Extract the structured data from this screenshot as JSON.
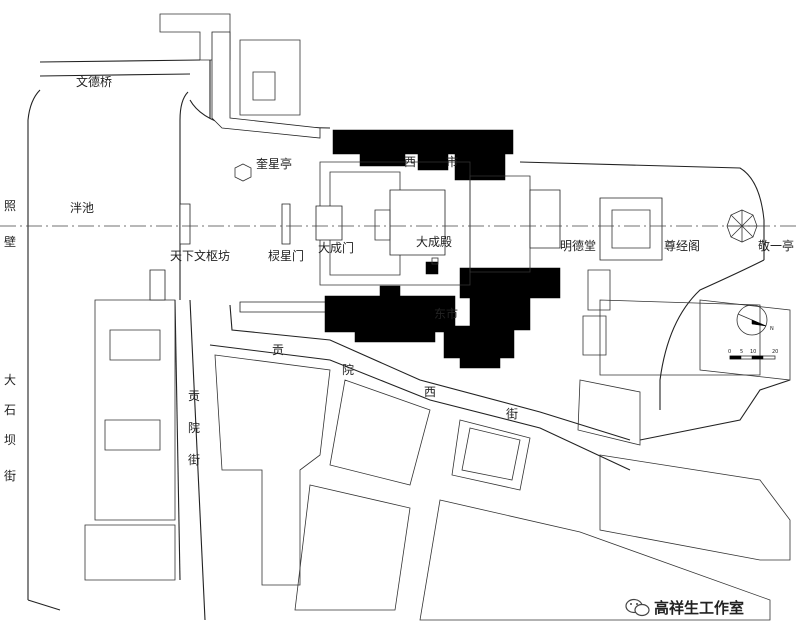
{
  "labels": {
    "wende_bridge": "文德桥",
    "zhao": "照",
    "bi": "壁",
    "pan_pond": "泮池",
    "kuixing_pavilion": "奎星亭",
    "tianxia_wenshu_arch": "天下文枢坊",
    "lingxing_gate": "棂星门",
    "dacheng_gate": "大成门",
    "dacheng_hall": "大成殿",
    "mingde_hall": "明德堂",
    "zunjing_pavilion": "尊经阁",
    "jingyi_pavilion": "敬一亭",
    "west_market_1": "西",
    "west_market_2": "市",
    "east_market": "东市",
    "gongyuan_west_1": "贡",
    "gongyuan_west_2": "院",
    "gongyuan_west_3": "西",
    "gongyuan_west_4": "街",
    "gongyuan_st_1": "贡",
    "gongyuan_st_2": "院",
    "gongyuan_st_3": "街",
    "dashiba_1": "大",
    "dashiba_2": "石",
    "dashiba_3": "坝",
    "dashiba_4": "街"
  },
  "scale_bar": [
    "0",
    "5",
    "10",
    "20"
  ],
  "compass": "N",
  "watermark": {
    "text": "高祥生工作室",
    "icon": "wechat-icon"
  }
}
